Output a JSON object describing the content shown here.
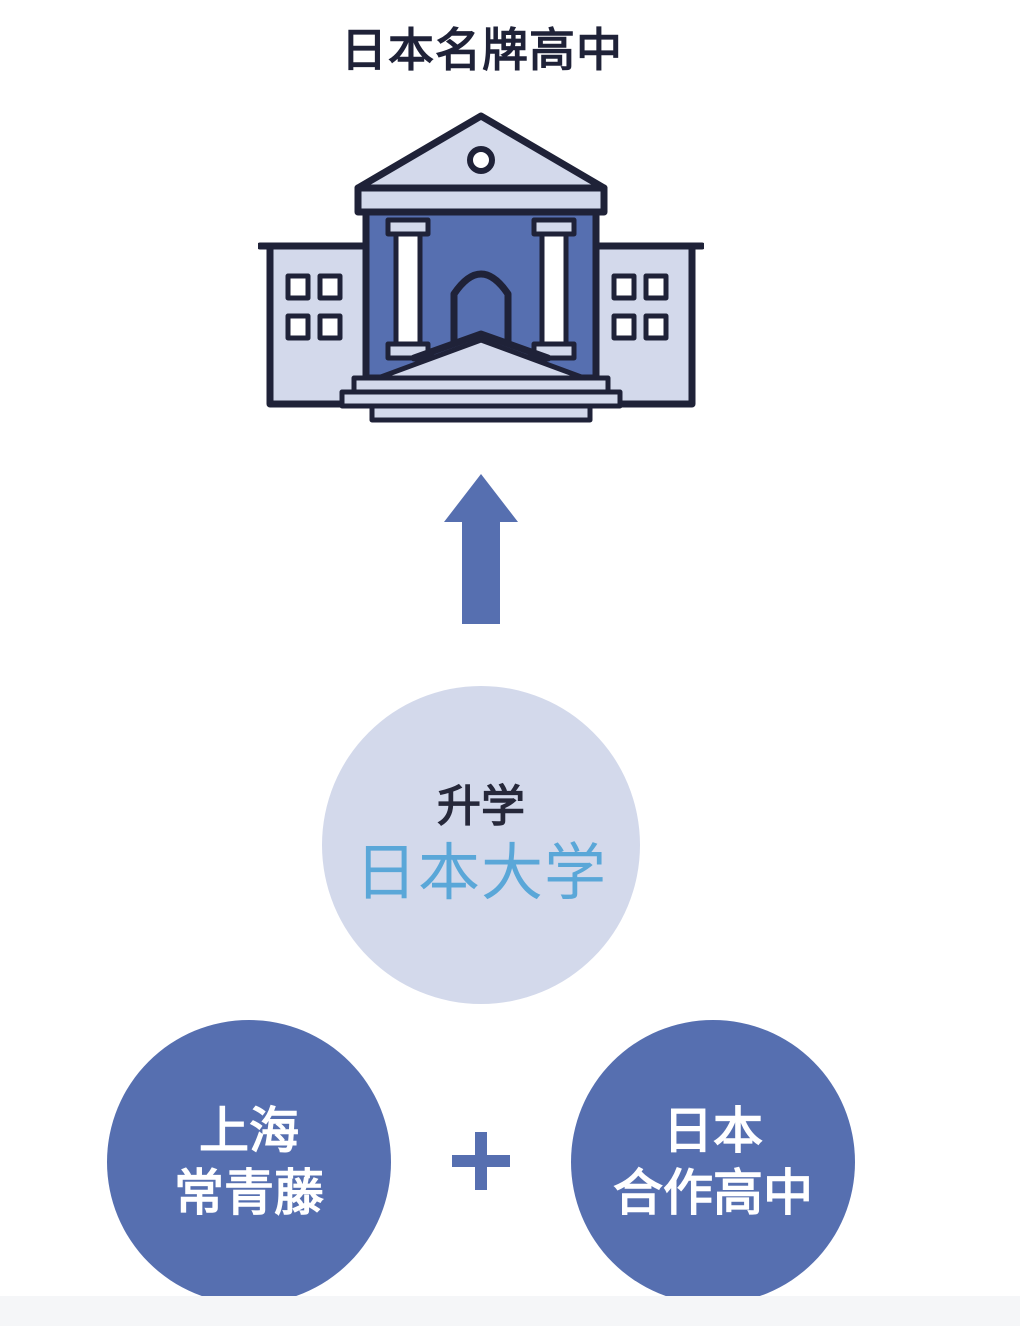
{
  "title": "日本名牌高中",
  "icons": {
    "building": "school-building-icon",
    "arrow": "up-arrow-icon",
    "plus": "plus-icon"
  },
  "colors": {
    "dark_outline": "#1f2238",
    "building_light": "#d3d9eb",
    "accent_blue": "#566fb0",
    "center_text_blue": "#5aa7d8"
  },
  "center_circle": {
    "line1": "升学",
    "line2": "日本大学"
  },
  "left_circle": {
    "line1": "上海",
    "line2": "常青藤"
  },
  "right_circle": {
    "line1": "日本",
    "line2": "合作高中"
  }
}
